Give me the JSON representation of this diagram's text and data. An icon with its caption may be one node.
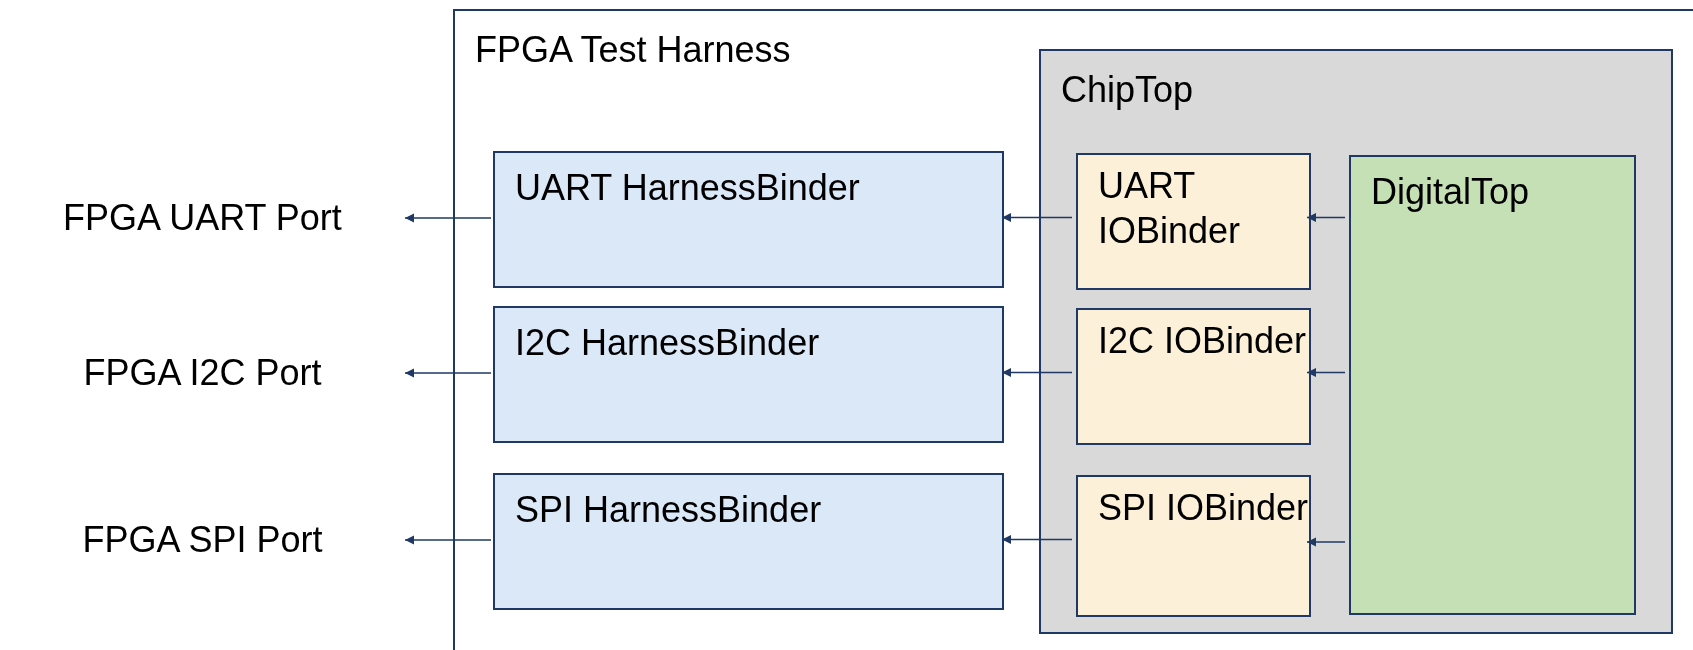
{
  "diagram": {
    "nodes": [
      {
        "text": [
          "FPGA Test Harness"
        ]
      },
      {
        "text": [
          "ChipTop"
        ],
        "in": 0
      },
      {
        "text": [
          "UART HarnessBinder"
        ],
        "in": 0
      },
      {
        "text": [
          "I2C HarnessBinder"
        ],
        "in": 0
      },
      {
        "text": [
          "SPI HarnessBinder"
        ],
        "in": 0
      },
      {
        "text": [
          "UART IOBinder"
        ],
        "in": 1
      },
      {
        "text": [
          "I2C IOBinder"
        ],
        "in": 1
      },
      {
        "text": [
          "SPI IOBinder"
        ],
        "in": 1
      },
      {
        "text": [
          "DigitalTop"
        ],
        "in": 1
      },
      {
        "text": [
          "FPGA UART Port"
        ]
      },
      {
        "text": [
          "FPGA I2C Port"
        ]
      },
      {
        "text": [
          "FPGA SPI Port"
        ]
      }
    ],
    "edges": [
      {
        "from": 8,
        "to": 5,
        "arrow": "to"
      },
      {
        "from": 8,
        "to": 6,
        "arrow": "to"
      },
      {
        "from": 8,
        "to": 7,
        "arrow": "to"
      },
      {
        "from": 5,
        "to": 2,
        "arrow": "to"
      },
      {
        "from": 6,
        "to": 3,
        "arrow": "to"
      },
      {
        "from": 7,
        "to": 4,
        "arrow": "to"
      },
      {
        "from": 2,
        "to": 9,
        "arrow": "to"
      },
      {
        "from": 3,
        "to": 10,
        "arrow": "to"
      },
      {
        "from": 4,
        "to": 11,
        "arrow": "to"
      }
    ]
  }
}
